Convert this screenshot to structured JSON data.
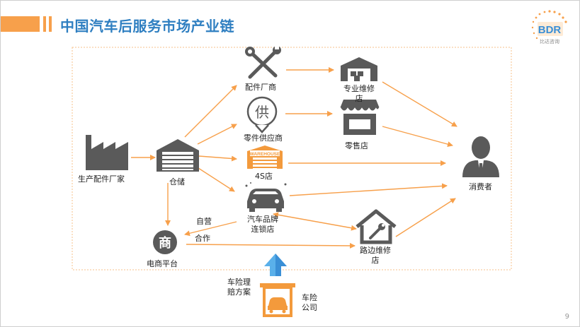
{
  "title": "中国汽车后服务市场产业链",
  "logo_text": "BDR",
  "logo_sub": "比达咨询",
  "page_number": "9",
  "nodes": {
    "factory": "生产配件厂家",
    "warehouse": "仓储",
    "parts_maker": "配件厂商",
    "parts_supplier": "零件供应商",
    "s4": "4S店",
    "chain": [
      "汽车品牌",
      "连锁店"
    ],
    "ecommerce": "电商平台",
    "repair_shop": [
      "专业维修",
      "店"
    ],
    "retail": "零售店",
    "roadside": [
      "路边维修",
      "店"
    ],
    "consumer": "消费者",
    "insurance": [
      "车险",
      "公司"
    ],
    "claims": [
      "车险理",
      "赔方案"
    ]
  },
  "edge_labels": {
    "self_run": "自营",
    "cooperate": "合作"
  },
  "icon_texts": {
    "supply_char": "供",
    "shang_char": "商",
    "warehouse_sign": "WAREHOUSE"
  },
  "colors": {
    "accent": "#f7a04b",
    "title": "#2f7fc1",
    "icon": "#5a5a5a",
    "insurance": "#f39a3c",
    "upload_arrow": "#5ab0ea"
  }
}
